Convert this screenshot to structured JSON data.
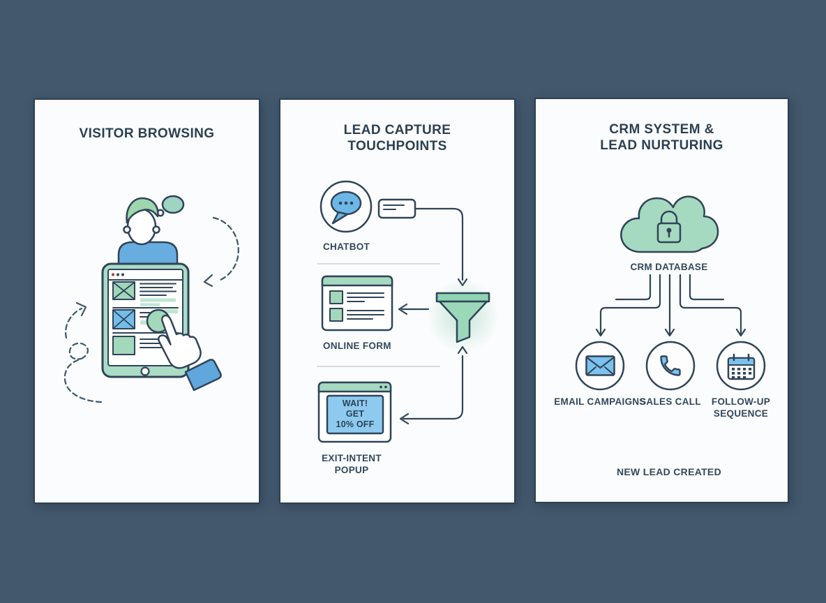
{
  "accent_colors": {
    "background": "#43586d",
    "panel_background": "#fbfcfd",
    "outline_navy": "#2f4459",
    "text_navy": "#2b4052",
    "mint_green": "#a6dac0",
    "sky_blue": "#7cc2ec",
    "divider_gray": "#d8dbdd"
  },
  "panels": [
    {
      "title_lines": [
        "VISITOR BROWSING"
      ]
    },
    {
      "title_lines": [
        "LEAD CAPTURE",
        "TOUCHPOINTS"
      ],
      "chatbot_label": "CHATBOT",
      "form_label": "ONLINE FORM",
      "popup_text_lines": [
        "WAIT!",
        "GET",
        "10% OFF"
      ],
      "popup_label_lines": [
        "EXIT-INTENT",
        "POPUP"
      ]
    },
    {
      "title_lines": [
        "CRM SYSTEM &",
        "LEAD NURTURING"
      ],
      "database_label": "CRM DATABASE",
      "channel_labels": [
        [
          "EMAIL CAMPAIGNS"
        ],
        [
          "SALES CALL"
        ],
        [
          "FOLLOW-UP",
          "SEQUENCE"
        ]
      ],
      "footer_label": "NEW LEAD CREATED"
    }
  ]
}
